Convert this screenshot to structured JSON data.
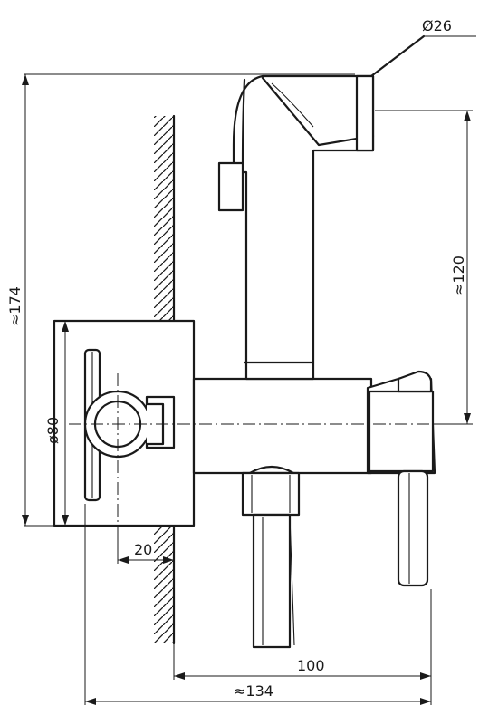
{
  "dimensions": {
    "diameter_top": "Ø26",
    "height_total": "≈174",
    "height_spray": "≈120",
    "diameter_plate": "ø80",
    "wall_offset": "20",
    "length_body": "100",
    "length_total": "≈134"
  }
}
